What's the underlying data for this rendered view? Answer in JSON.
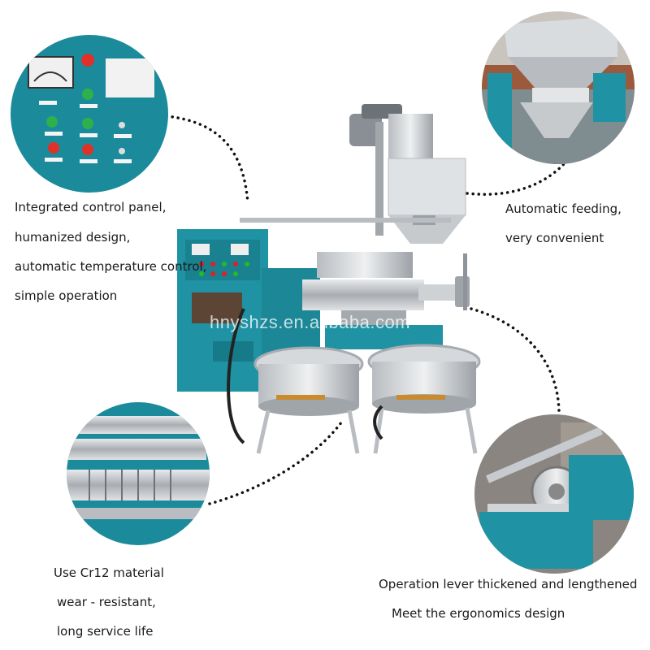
{
  "watermark": "hnyshzs.en.alibaba.com",
  "features": {
    "control_panel": {
      "lines": [
        "Integrated control panel,",
        "humanized design,",
        "automatic temperature control,",
        "simple operation"
      ]
    },
    "feeding": {
      "lines": [
        "Automatic feeding,",
        "very convenient"
      ]
    },
    "material": {
      "lines": [
        "Use Cr12 material",
        "wear - resistant,",
        "long service life"
      ]
    },
    "lever": {
      "lines": [
        "Operation lever thickened and lengthened",
        "Meet the ergonomics design"
      ]
    }
  },
  "colors": {
    "machine_teal": "#1f93a4",
    "steel": "#c9ccd0",
    "dots": "#111111"
  }
}
